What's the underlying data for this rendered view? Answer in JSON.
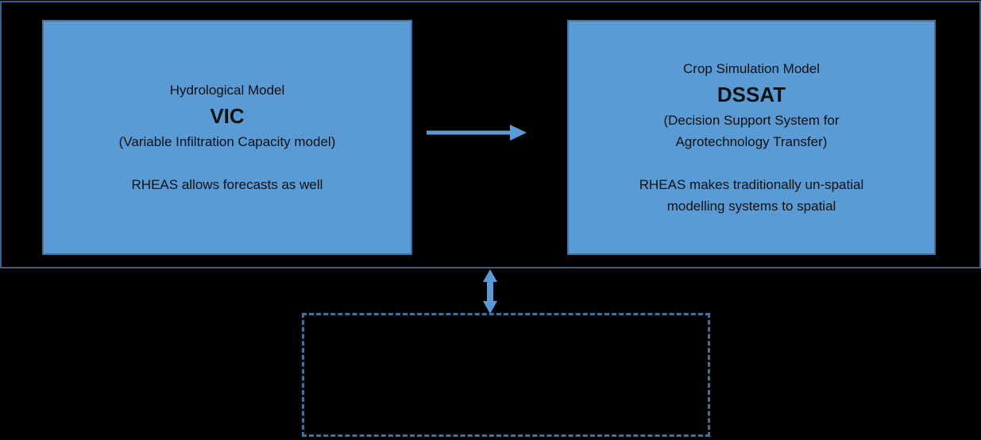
{
  "diagram": {
    "colors": {
      "background": "#000000",
      "box_fill": "#5B9BD5",
      "box_border": "#41719C",
      "container_border": "#35618F",
      "arrow": "#5B9BD5",
      "dashed_border": "#41719C",
      "text": "#111111"
    },
    "left_box": {
      "title": "Hydrological Model",
      "acronym": "VIC",
      "subtitle": "(Variable Infiltration Capacity model)",
      "note": "RHEAS allows forecasts as well"
    },
    "right_box": {
      "title": "Crop Simulation Model",
      "acronym": "DSSAT",
      "subtitle_line1": "(Decision Support System for",
      "subtitle_line2": "Agrotechnology Transfer)",
      "note_line1": "RHEAS makes traditionally un-spatial",
      "note_line2": "modelling systems to spatial"
    },
    "dashed_box": {
      "label": ""
    }
  }
}
